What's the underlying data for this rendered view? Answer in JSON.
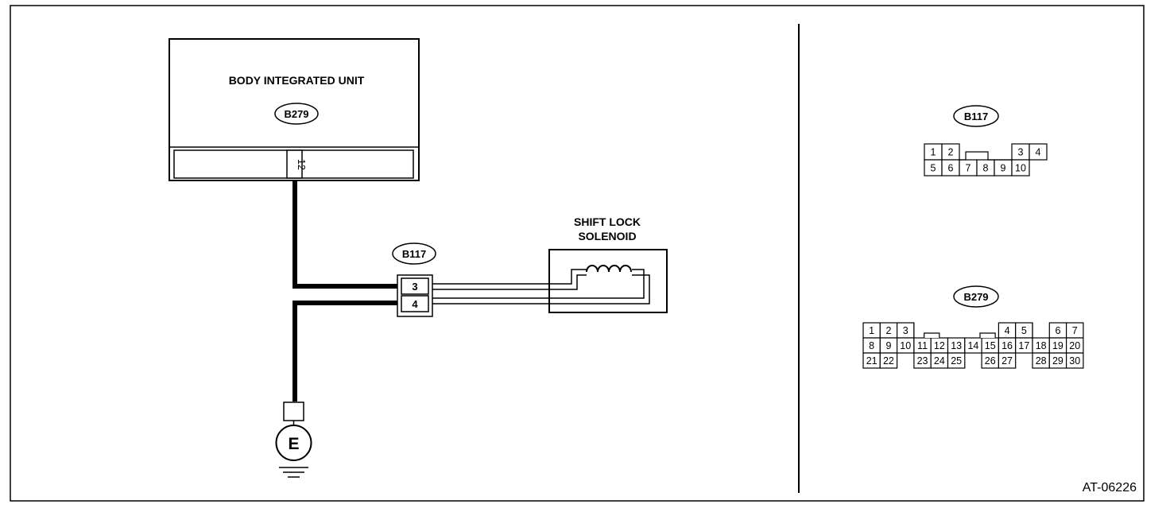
{
  "unit": {
    "title": "BODY INTEGRATED UNIT",
    "connector": "B279",
    "pin": "12"
  },
  "b117_inline": {
    "connector": "B117",
    "pins": [
      "3",
      "4"
    ]
  },
  "solenoid": {
    "line1": "SHIFT LOCK",
    "line2": "SOLENOID"
  },
  "ground": {
    "label": "E"
  },
  "b117_face": {
    "connector": "B117",
    "top": [
      "1",
      "2",
      "3",
      "4"
    ],
    "bottom": [
      "5",
      "6",
      "7",
      "8",
      "9",
      "10"
    ]
  },
  "b279_face": {
    "connector": "B279",
    "row1": [
      "1",
      "2",
      "3",
      "4",
      "5",
      "6",
      "7"
    ],
    "row2": [
      "8",
      "9",
      "10",
      "11",
      "12",
      "13",
      "14",
      "15",
      "16",
      "17",
      "18",
      "19",
      "20"
    ],
    "row3": [
      "21",
      "22",
      "23",
      "24",
      "25",
      "26",
      "27",
      "28",
      "29",
      "30"
    ]
  },
  "figure_id": "AT-06226"
}
